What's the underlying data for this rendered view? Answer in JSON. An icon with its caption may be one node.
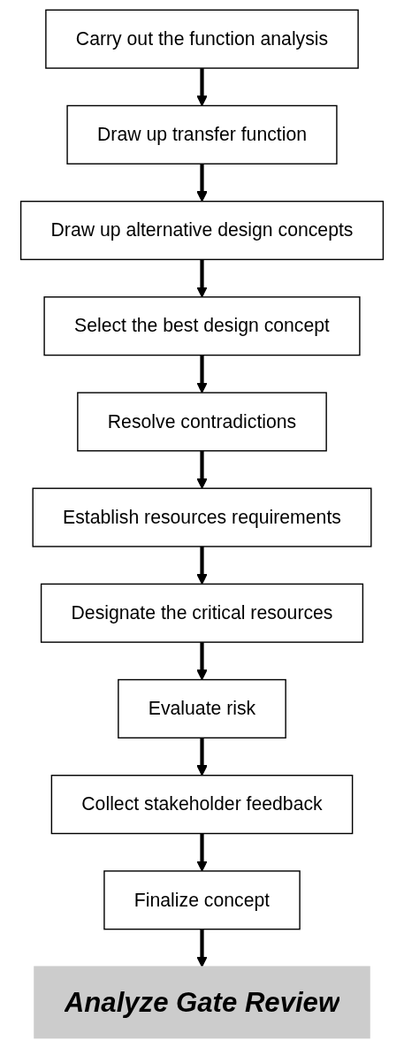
{
  "diagram": {
    "nodes": [
      {
        "text": [
          "Carry out the function analysis"
        ]
      },
      {
        "text": [
          "Draw up transfer function"
        ]
      },
      {
        "text": [
          "Draw up alternative design concepts"
        ]
      },
      {
        "text": [
          "Select the best design concept"
        ]
      },
      {
        "text": [
          "Resolve contradictions"
        ]
      },
      {
        "text": [
          "Establish resources requirements"
        ]
      },
      {
        "text": [
          "Designate the critical resources"
        ]
      },
      {
        "text": [
          "Evaluate risk"
        ]
      },
      {
        "text": [
          "Collect stakeholder feedback"
        ]
      },
      {
        "text": [
          "Finalize concept"
        ]
      },
      {
        "text": [
          "Analyze Gate Review"
        ]
      }
    ],
    "edges": [
      {
        "from": 0,
        "to": 1,
        "arrow": "to"
      },
      {
        "from": 1,
        "to": 2,
        "arrow": "to"
      },
      {
        "from": 2,
        "to": 3,
        "arrow": "to"
      },
      {
        "from": 3,
        "to": 4,
        "arrow": "to"
      },
      {
        "from": 4,
        "to": 5,
        "arrow": "to"
      },
      {
        "from": 5,
        "to": 6,
        "arrow": "to"
      },
      {
        "from": 6,
        "to": 7,
        "arrow": "to"
      },
      {
        "from": 7,
        "to": 8,
        "arrow": "to"
      },
      {
        "from": 8,
        "to": 9,
        "arrow": "to"
      },
      {
        "from": 9,
        "to": 10,
        "arrow": "to"
      }
    ]
  }
}
